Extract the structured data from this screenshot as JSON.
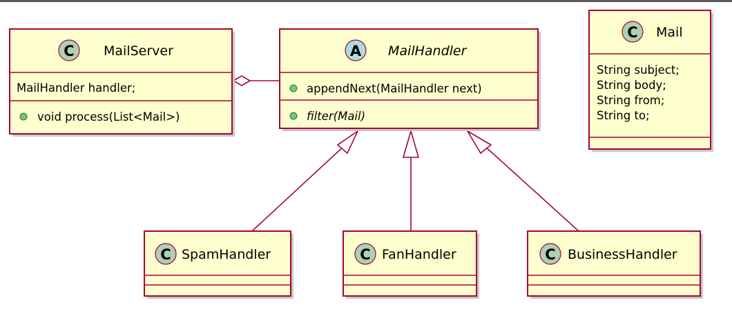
{
  "diagram": {
    "classes": {
      "mail_server": {
        "stereotype_letter": "C",
        "name": "MailServer",
        "fields": [
          "MailHandler handler;"
        ],
        "methods": [
          "void process(List<Mail>)"
        ]
      },
      "mail_handler": {
        "stereotype_letter": "A",
        "name": "MailHandler",
        "fields": [],
        "methods": [
          "appendNext(MailHandler next)",
          "filter(Mail)"
        ]
      },
      "mail": {
        "stereotype_letter": "C",
        "name": "Mail",
        "fields": [
          "String subject;",
          "String body;",
          "String from;",
          "String to;"
        ],
        "methods": []
      },
      "spam_handler": {
        "stereotype_letter": "C",
        "name": "SpamHandler",
        "fields": [],
        "methods": []
      },
      "fan_handler": {
        "stereotype_letter": "C",
        "name": "FanHandler",
        "fields": [],
        "methods": []
      },
      "business_handler": {
        "stereotype_letter": "C",
        "name": "BusinessHandler",
        "fields": [],
        "methods": []
      }
    },
    "relations": [
      {
        "type": "aggregation",
        "from": "mail_server",
        "to": "mail_handler"
      },
      {
        "type": "generalization",
        "from": "spam_handler",
        "to": "mail_handler"
      },
      {
        "type": "generalization",
        "from": "fan_handler",
        "to": "mail_handler"
      },
      {
        "type": "generalization",
        "from": "business_handler",
        "to": "mail_handler"
      }
    ],
    "colors": {
      "class_fill": "#FEFECE",
      "border": "#A80036",
      "class_badge": "#ADD1B2",
      "abstract_badge": "#A9DCDF",
      "public_method_dot": "#84BE84"
    }
  }
}
